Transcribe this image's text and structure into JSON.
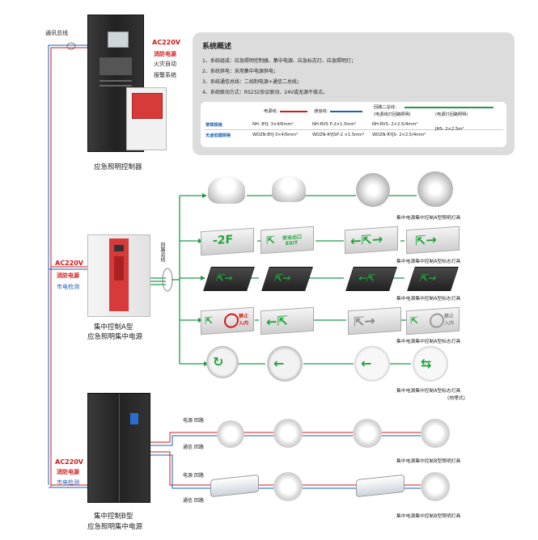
{
  "bus_label": "通讯总线",
  "controller": {
    "title": "应急照明控制器",
    "power": "AC220V",
    "fire_power": "消防电源",
    "fire_link": "火灾自动",
    "alarm_system": "报警系统"
  },
  "overview": {
    "title": "系统概述",
    "items": [
      "1、系统组成：应急照明控制器、集中电源、应急标志灯、应急照明灯；",
      "2、系统供电：采用集中电源供电；",
      "3、系统通信总线：二线制电源+通信二总线；",
      "4、系统联动方式：RS232协议联动、24V或无源干接点。"
    ],
    "table": {
      "power_line": "电源线：",
      "comm_line": "通信线：",
      "loop_bus": "回路二总线：",
      "loop_note_a": "(电源线灯回路照明)",
      "loop_note_b": "(电源灯回路照明)",
      "row1_label": "常规规格",
      "row2_label": "无卤低烟规格",
      "row1": [
        "NH- BYJ- 3×4/6mm²",
        "NH-RVS P-2×1.5mm²",
        "NH-RVS- 2×2.5/4mm²",
        "JHS- 2×2.5m²"
      ],
      "row2": [
        "WDZN-BYJ-3×4/6mm²",
        "WDZN-RYJSP-2 ×1.5mm²",
        "WDZN-RYJS- 2×2.5/4mm²"
      ]
    }
  },
  "power_a": {
    "title_line1": "集中控制A型",
    "title_line2": "应急照明集中电源",
    "power": "AC220V",
    "fire_power": "消防电源",
    "mains_detect": "市电检测",
    "loop_label": "回路总线"
  },
  "power_b": {
    "title_line1": "集中控制B型",
    "title_line2": "应急照明集中电源",
    "power": "AC220V",
    "fire_power": "消防电源",
    "mains_detect": "市电检测",
    "power_loop": "电源 回路",
    "comm_loop": "通信 回路"
  },
  "rows": {
    "a_lights": "集中电源集中控制A型照明灯具",
    "a_signs1": "集中电源集中控制A型标志灯具",
    "a_signs2": "集中电源集中控制A型标志灯具",
    "a_signs3": "集中电源集中控制A型标志灯具",
    "a_ground": "集中电源集中控制A型标志灯具",
    "a_ground_note": "(地埋式)",
    "b_lights1": "集中电源集中控制B型照明灯具",
    "b_lights2": "集中电源集中控制B型照明灯具"
  },
  "signs": {
    "floor": "-2F",
    "exit_text": "安全出口",
    "exit_en": "EXIT",
    "forbid": "禁止",
    "enter": "入内"
  },
  "colors": {
    "power_line": "#d21a1a",
    "comm_line": "#1a5fb4",
    "loop_bus": "#1f9a4a",
    "accent_red": "#d21a1a"
  }
}
